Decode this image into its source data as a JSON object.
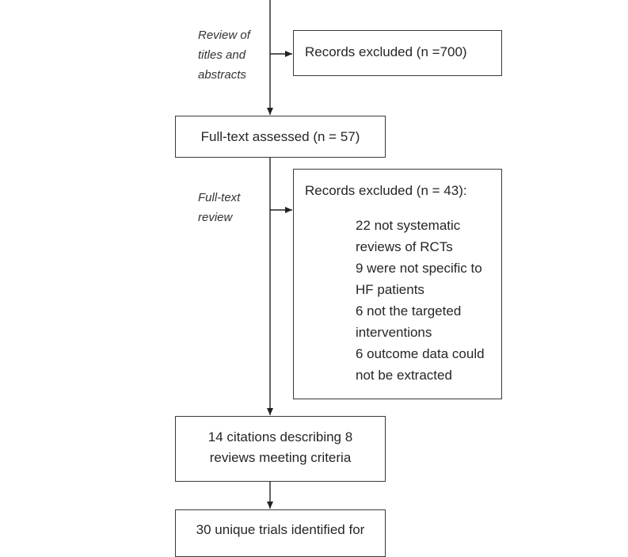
{
  "flow": {
    "stage_title_abstract": "Review of\ntitles and\nabstracts",
    "excluded_title_abstract": "Records excluded (n =700)",
    "full_text_assessed": "Full-text assessed (n = 57)",
    "stage_full_text": "Full-text\nreview",
    "excluded_full_text": {
      "heading": "Records excluded (n = 43):",
      "reasons": [
        "22 not systematic reviews of RCTs",
        "9 were not specific to HF patients",
        "6 not the targeted interventions",
        "6 outcome data could not be extracted"
      ]
    },
    "citations_box": {
      "line1": "14 citations describing 8",
      "line2": "reviews meeting criteria"
    },
    "trials_box": "30 unique trials identified for"
  }
}
